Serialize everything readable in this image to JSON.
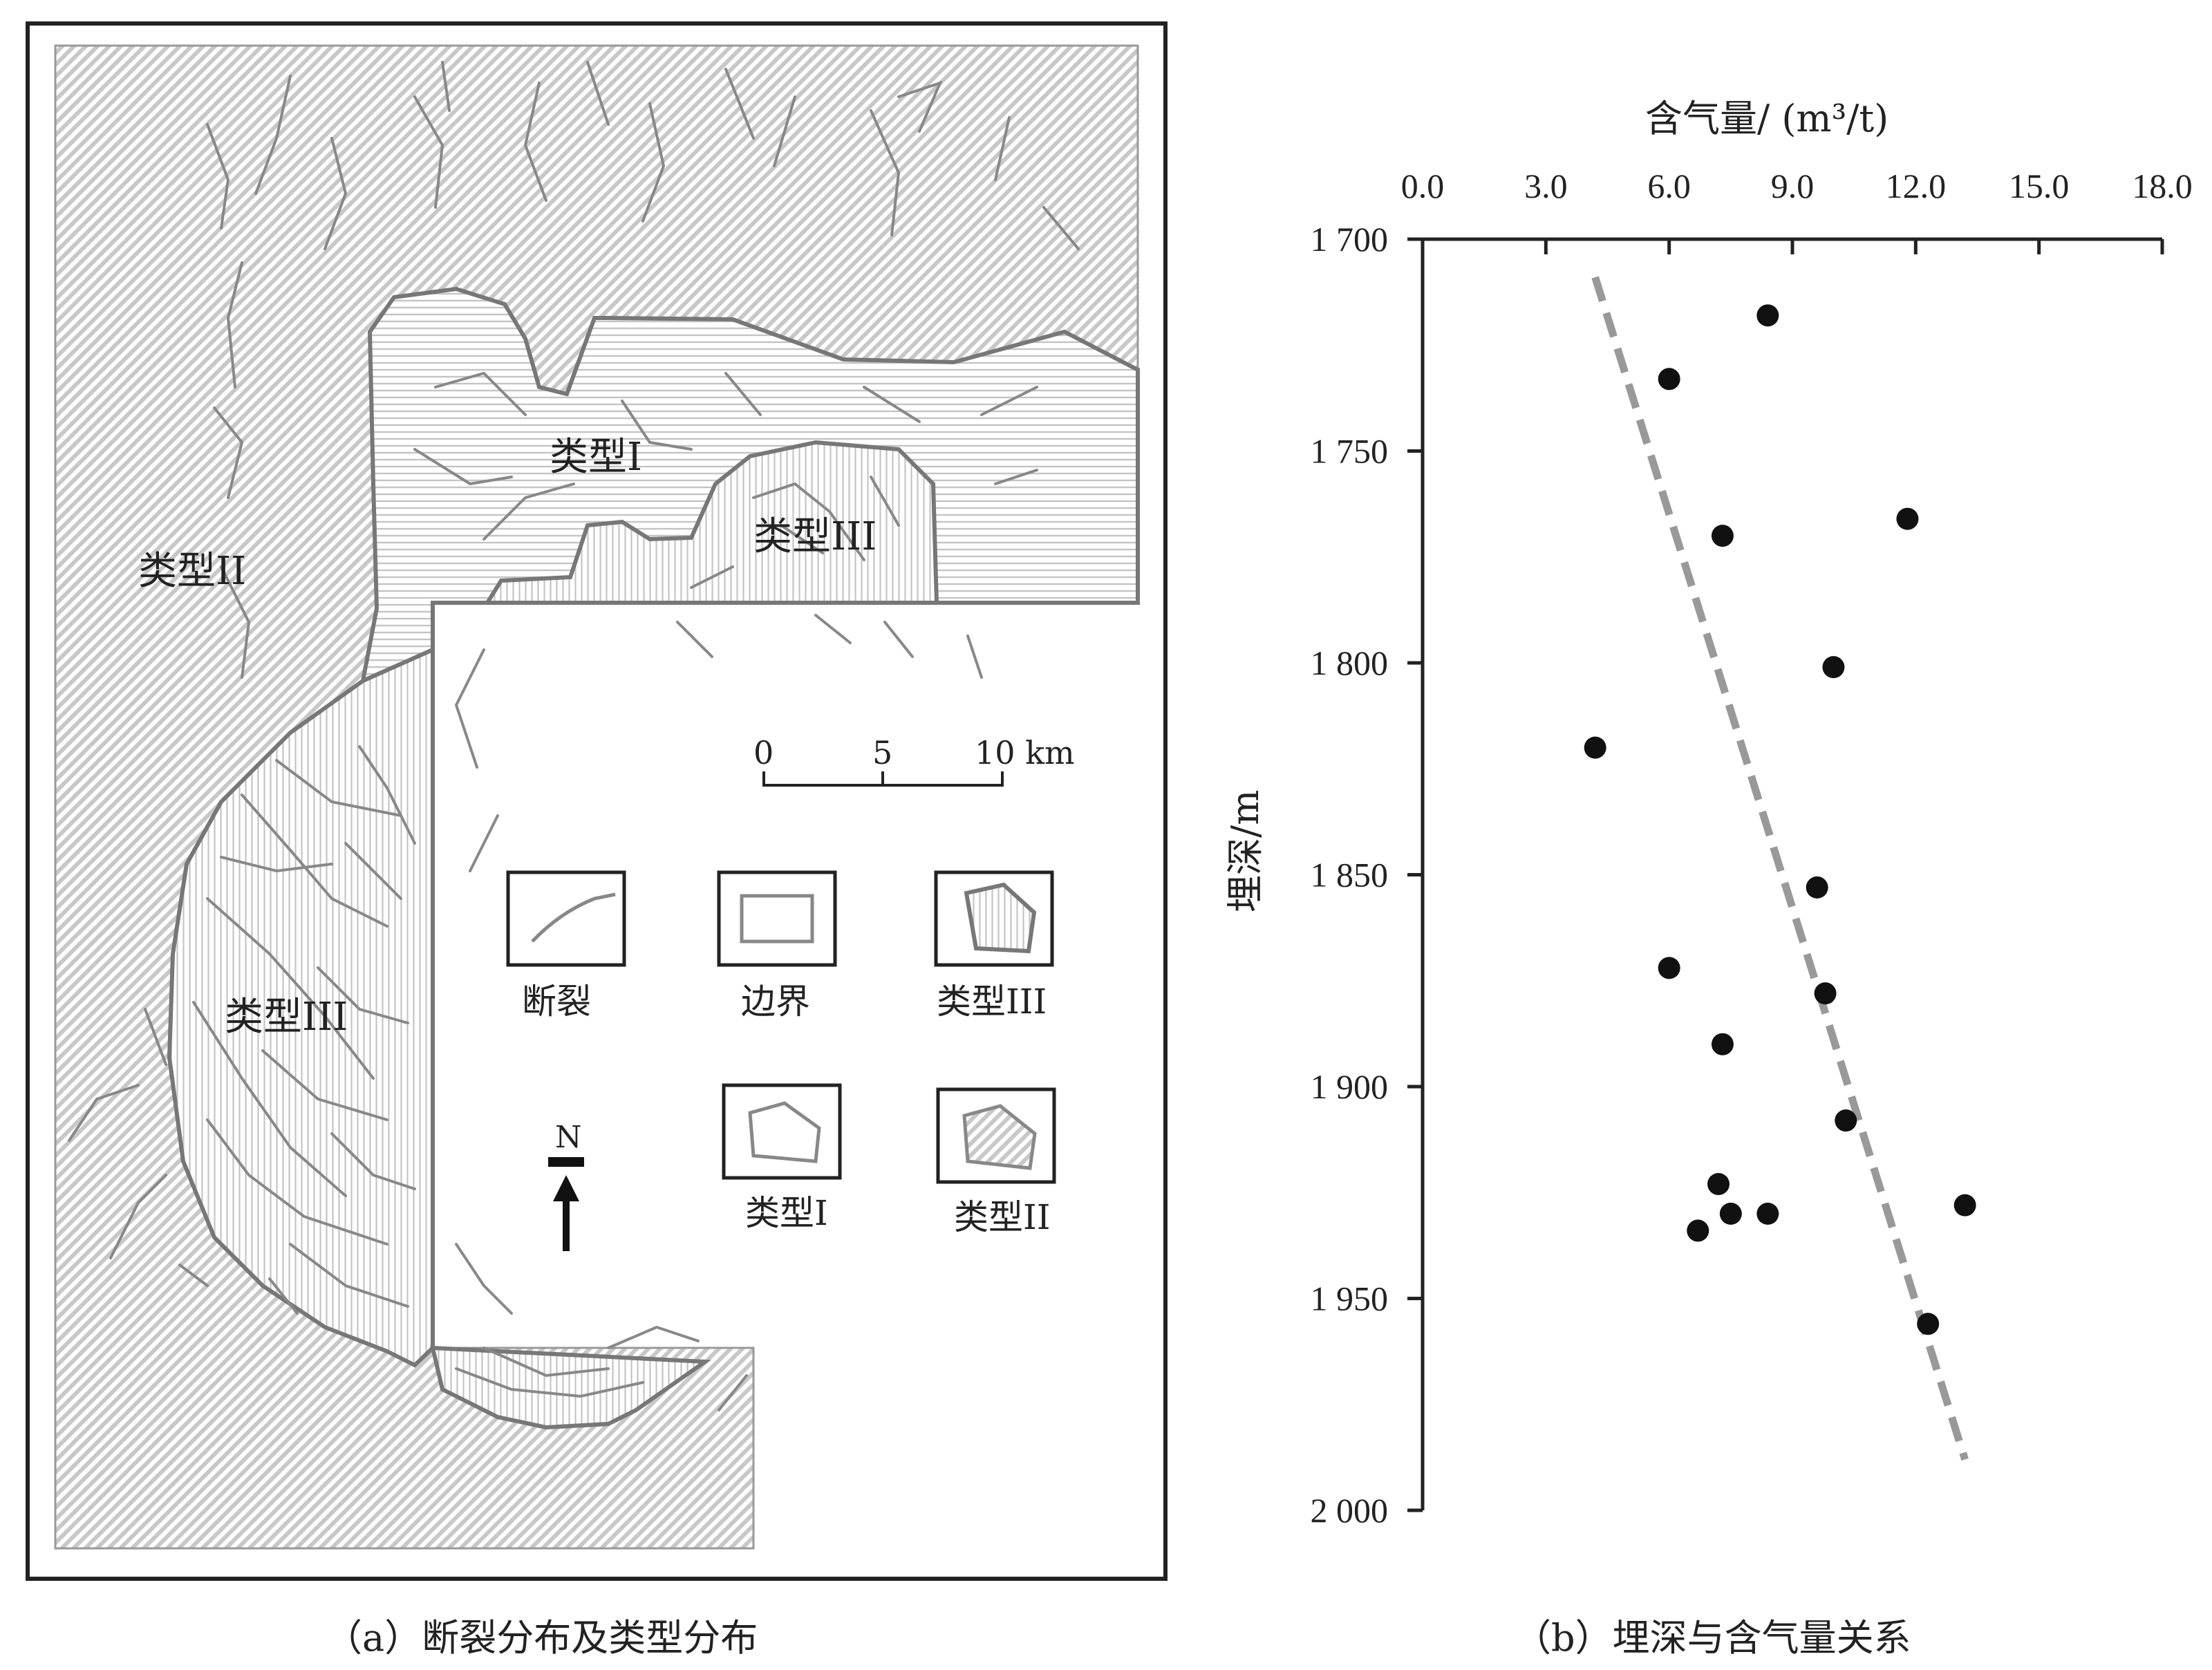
{
  "map": {
    "caption": "（a）断裂分布及类型分布",
    "zone_labels": {
      "type_ii": "类型II",
      "type_i": "类型I",
      "type_iii_north": "类型III",
      "type_iii_west": "类型III"
    },
    "scale_bar": {
      "tick0": "0",
      "tick5": "5",
      "tick10": "10 km"
    },
    "north_label": "N",
    "legend": {
      "fault": "断裂",
      "boundary": "边界",
      "type_iii": "类型III",
      "type_i": "类型I",
      "type_ii": "类型II"
    }
  },
  "chart_data": {
    "type": "scatter",
    "caption": "（b）埋深与含气量关系",
    "xlabel": "含气量/ (m³/t)",
    "ylabel": "埋深/m",
    "xlim": [
      0,
      18
    ],
    "ylim": [
      1700,
      2000
    ],
    "y_inverted": true,
    "x_axis_position": "top",
    "grid": false,
    "x_ticks": [
      "0.0",
      "3.0",
      "6.0",
      "9.0",
      "12.0",
      "15.0",
      "18.0"
    ],
    "y_ticks": [
      "1 700",
      "1 750",
      "1 800",
      "1 850",
      "1 900",
      "1 950",
      "2 000"
    ],
    "points": [
      {
        "x": 8.4,
        "y": 1718
      },
      {
        "x": 6.0,
        "y": 1733
      },
      {
        "x": 7.3,
        "y": 1770
      },
      {
        "x": 11.8,
        "y": 1766
      },
      {
        "x": 10.0,
        "y": 1801
      },
      {
        "x": 4.2,
        "y": 1820
      },
      {
        "x": 9.6,
        "y": 1853
      },
      {
        "x": 6.0,
        "y": 1872
      },
      {
        "x": 9.8,
        "y": 1878
      },
      {
        "x": 7.3,
        "y": 1890
      },
      {
        "x": 10.3,
        "y": 1908
      },
      {
        "x": 7.2,
        "y": 1923
      },
      {
        "x": 7.5,
        "y": 1930
      },
      {
        "x": 8.4,
        "y": 1930
      },
      {
        "x": 6.7,
        "y": 1934
      },
      {
        "x": 13.2,
        "y": 1928
      },
      {
        "x": 12.3,
        "y": 1956
      }
    ],
    "trendline": {
      "style": "dashed",
      "x": [
        4.2,
        13.2
      ],
      "y": [
        1709,
        1988
      ]
    },
    "colors": {
      "points": "#111111",
      "trendline": "#999999",
      "axis": "#222222"
    }
  }
}
